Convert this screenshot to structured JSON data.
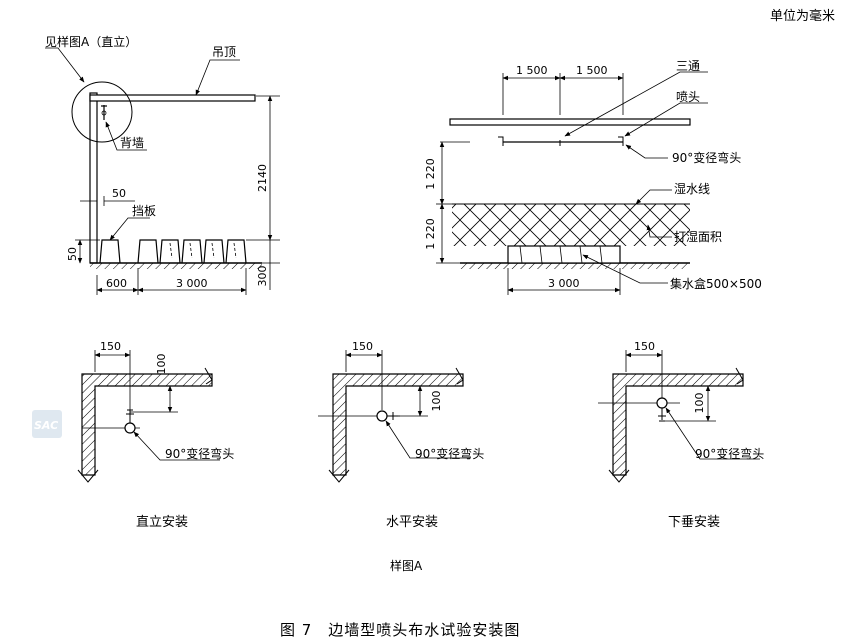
{
  "unit_note": "单位为毫米",
  "watermark": "SAC",
  "top_left": {
    "callout_detail": "见样图A（直立）",
    "ceiling": "吊顶",
    "back_wall": "背墙",
    "baffle": "挡板",
    "dim_2140": "2140",
    "dim_300": "300",
    "dim_50_side": "50",
    "dim_50_top": "50",
    "dim_600": "600",
    "dim_3000": "3 000"
  },
  "top_right": {
    "dim_1500_a": "1 500",
    "dim_1500_b": "1 500",
    "tee": "三通",
    "sprinkler": "喷头",
    "elbow": "90°变径弯头",
    "wet_line": "湿水线",
    "wetted_area": "打湿面积",
    "collector": "集水盒500×500",
    "dim_1220_a": "1 220",
    "dim_1220_b": "1 220",
    "dim_3000": "3 000"
  },
  "details": [
    {
      "dim_150": "150",
      "dim_100": "100",
      "elbow": "90°变径弯头",
      "caption": "直立安装"
    },
    {
      "dim_150": "150",
      "dim_100": "100",
      "elbow": "90°变径弯头",
      "caption": "水平安装"
    },
    {
      "dim_150": "150",
      "dim_100": "100",
      "elbow": "90°变径弯头",
      "caption": "下垂安装"
    }
  ],
  "sample_title": "样图A",
  "figure_caption": "图 7　边墙型喷头布水试验安装图"
}
